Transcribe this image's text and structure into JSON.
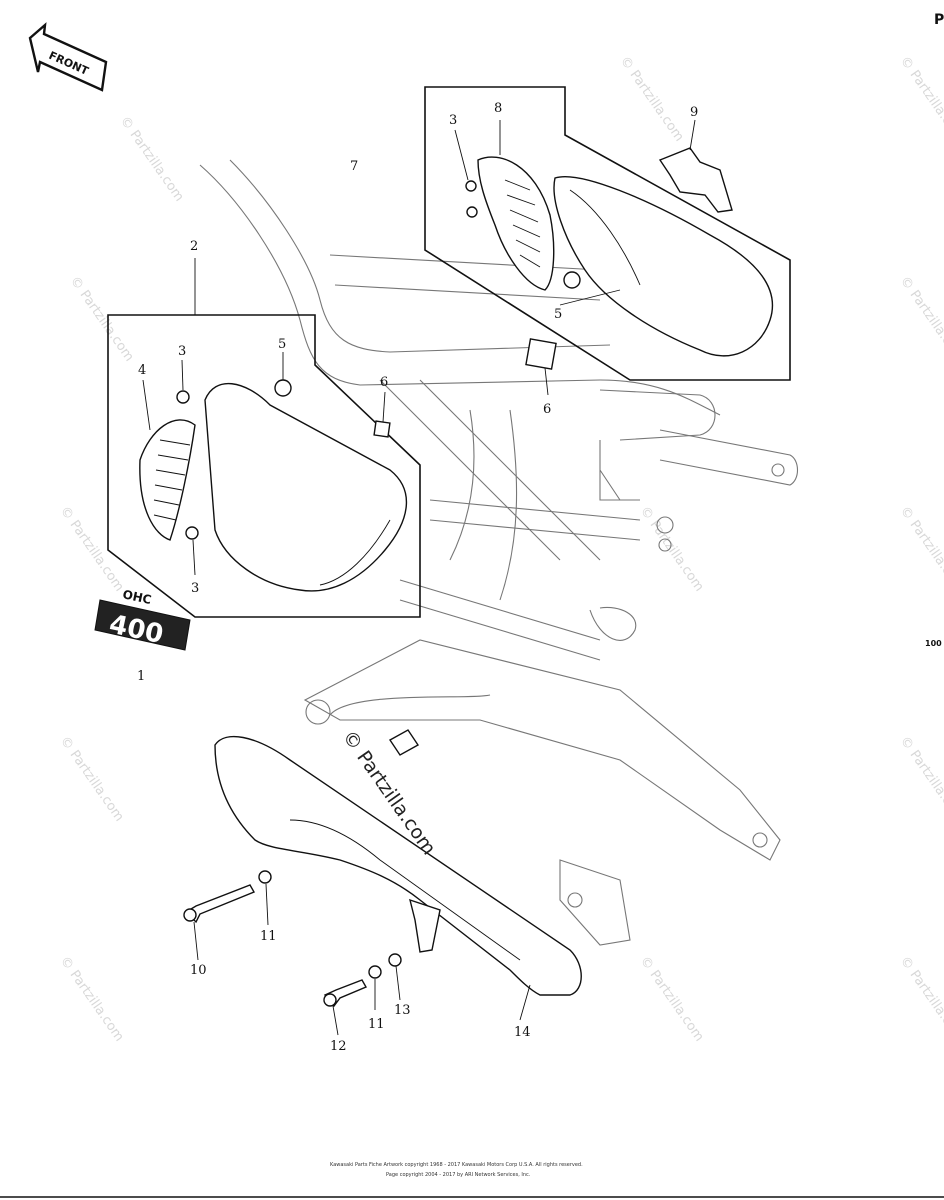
{
  "front_arrow": {
    "label": "FRONT",
    "icon": "front-arrow-icon"
  },
  "edge_labels": {
    "top_right": "P",
    "right_code": "100"
  },
  "badge": {
    "top": "OHC",
    "number": "400"
  },
  "callouts": [
    "1",
    "2",
    "3",
    "3",
    "3",
    "4",
    "5",
    "5",
    "6",
    "6",
    "7",
    "8",
    "9",
    "10",
    "11",
    "11",
    "12",
    "13",
    "14"
  ],
  "watermark": {
    "text": "© Partzilla.com",
    "center": "© Partzilla.com"
  },
  "footer": {
    "line1": "Kawasaki Parts Fiche Artwork copyright 1968 - 2017 Kawasaki Motors Corp U.S.A. All rights reserved.",
    "line2": "Page copyright 2004 - 2017 by ARI Network Services, Inc."
  }
}
